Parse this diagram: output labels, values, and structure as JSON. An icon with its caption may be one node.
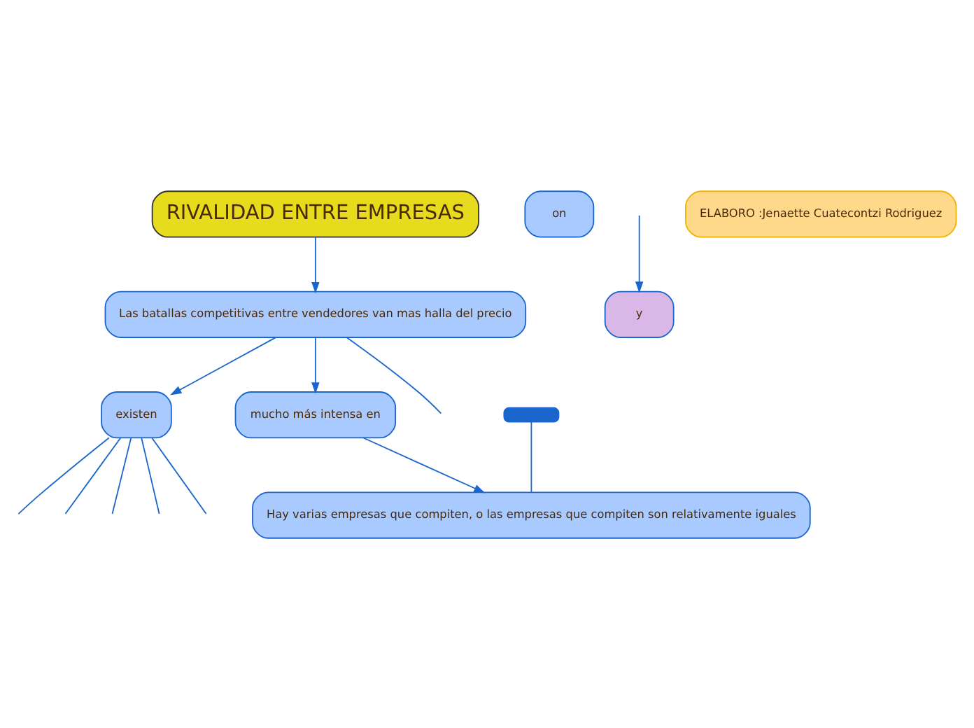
{
  "diagram": {
    "nodes": [
      {
        "text": [
          "RIVALIDAD ENTRE EMPRESAS"
        ]
      },
      {
        "text": [
          "Las batallas competitivas entre vendedores van mas halla del precio"
        ]
      },
      {
        "text": [
          "existen"
        ]
      },
      {
        "text": [
          "mucho más intensa en"
        ]
      },
      {
        "text": [
          "Hay varias empresas que compiten, o las empresas que compiten son relativamente iguales"
        ]
      },
      {
        "text": [
          "on"
        ]
      },
      {
        "text": [
          "y"
        ]
      },
      {
        "text": [
          "ELABORO :Jenaette Cuatecontzi Rodriguez"
        ]
      },
      {
        "text": [],
        "shape": "box"
      }
    ],
    "edges": [
      {
        "from": 0,
        "to": 1,
        "arrow": "to"
      },
      {
        "from": 1,
        "to": 3,
        "arrow": "to"
      },
      {
        "from": 3,
        "to": 4,
        "arrow": "to"
      },
      {
        "from": 8,
        "to": 4,
        "arrow": "none"
      },
      {
        "from": 1,
        "to": null,
        "arrow": "none"
      },
      {
        "from": 1,
        "to": 2,
        "arrow": "to"
      },
      {
        "from": 2,
        "to": null,
        "arrow": "none"
      },
      {
        "from": 2,
        "to": null,
        "arrow": "none"
      },
      {
        "from": 2,
        "to": null,
        "arrow": "none"
      },
      {
        "from": 2,
        "to": null,
        "arrow": "none"
      },
      {
        "from": 2,
        "to": null,
        "arrow": "none"
      },
      {
        "from": null,
        "to": 6,
        "arrow": "to"
      }
    ]
  }
}
